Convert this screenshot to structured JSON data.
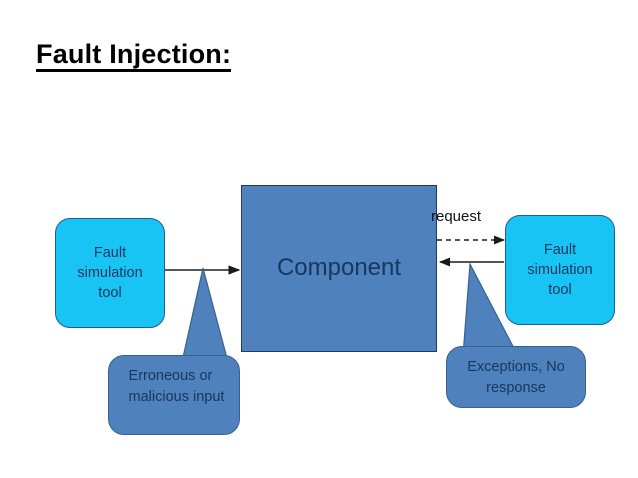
{
  "slide": {
    "title": "Fault Injection:",
    "background_color": "#ffffff"
  },
  "colors": {
    "component_fill": "#4f81bd",
    "component_border": "#1f3864",
    "cyan_fill": "#18c4f4",
    "cyan_border": "#1f5f8b",
    "callout_fill": "#4f81bd",
    "callout_border": "#37618e",
    "text_navy": "#17375e",
    "line": "#3f3f3f",
    "title_text": "#000000"
  },
  "diagram": {
    "component": {
      "label": "Component"
    },
    "fault_tool_left": {
      "label": "Fault\nsimulation\ntool"
    },
    "fault_tool_right": {
      "label": "Fault\nsimulation\ntool"
    },
    "callout_left": {
      "label": "Erroneous    or\nmalicious input"
    },
    "callout_right": {
      "label": "Exceptions, No\nresponse"
    },
    "edges": [
      {
        "name": "input-arrow",
        "label": "",
        "style": "solid",
        "from": "fault_tool_left",
        "to": "component",
        "direction": "right"
      },
      {
        "name": "request-arrow",
        "label": "request",
        "style": "dashed",
        "from": "component",
        "to": "fault_tool_right",
        "direction": "right"
      },
      {
        "name": "response-arrow",
        "label": "",
        "style": "solid",
        "from": "fault_tool_right",
        "to": "component",
        "direction": "left"
      }
    ]
  }
}
